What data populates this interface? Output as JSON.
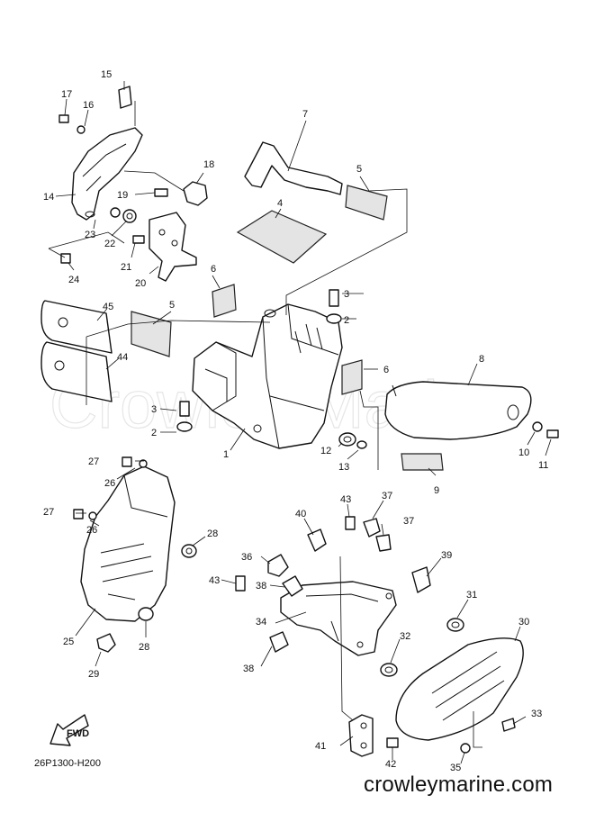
{
  "diagram": {
    "drawing_code": "26P1300-H200",
    "watermark": "Crowley Marine",
    "website": "crowleymarine.com",
    "fwd_label": "FWD",
    "callouts": {
      "c1": "1",
      "c2a": "2",
      "c2b": "2",
      "c3a": "3",
      "c3b": "3",
      "c4": "4",
      "c5a": "5",
      "c5b": "5",
      "c6a": "6",
      "c6b": "6",
      "c7": "7",
      "c8": "8",
      "c9": "9",
      "c10": "10",
      "c11": "11",
      "c12": "12",
      "c13": "13",
      "c14": "14",
      "c15": "15",
      "c16": "16",
      "c17": "17",
      "c18": "18",
      "c19": "19",
      "c20": "20",
      "c21": "21",
      "c22": "22",
      "c23": "23",
      "c24": "24",
      "c25": "25",
      "c26a": "26",
      "c26b": "26",
      "c27a": "27",
      "c27b": "27",
      "c28a": "28",
      "c28b": "28",
      "c29": "29",
      "c30": "30",
      "c31": "31",
      "c32": "32",
      "c33": "33",
      "c34": "34",
      "c35": "35",
      "c36": "36",
      "c37a": "37",
      "c37b": "37",
      "c38a": "38",
      "c38b": "38",
      "c39": "39",
      "c40": "40",
      "c41": "41",
      "c42": "42",
      "c43a": "43",
      "c43b": "43",
      "c44": "44",
      "c45": "45"
    }
  }
}
